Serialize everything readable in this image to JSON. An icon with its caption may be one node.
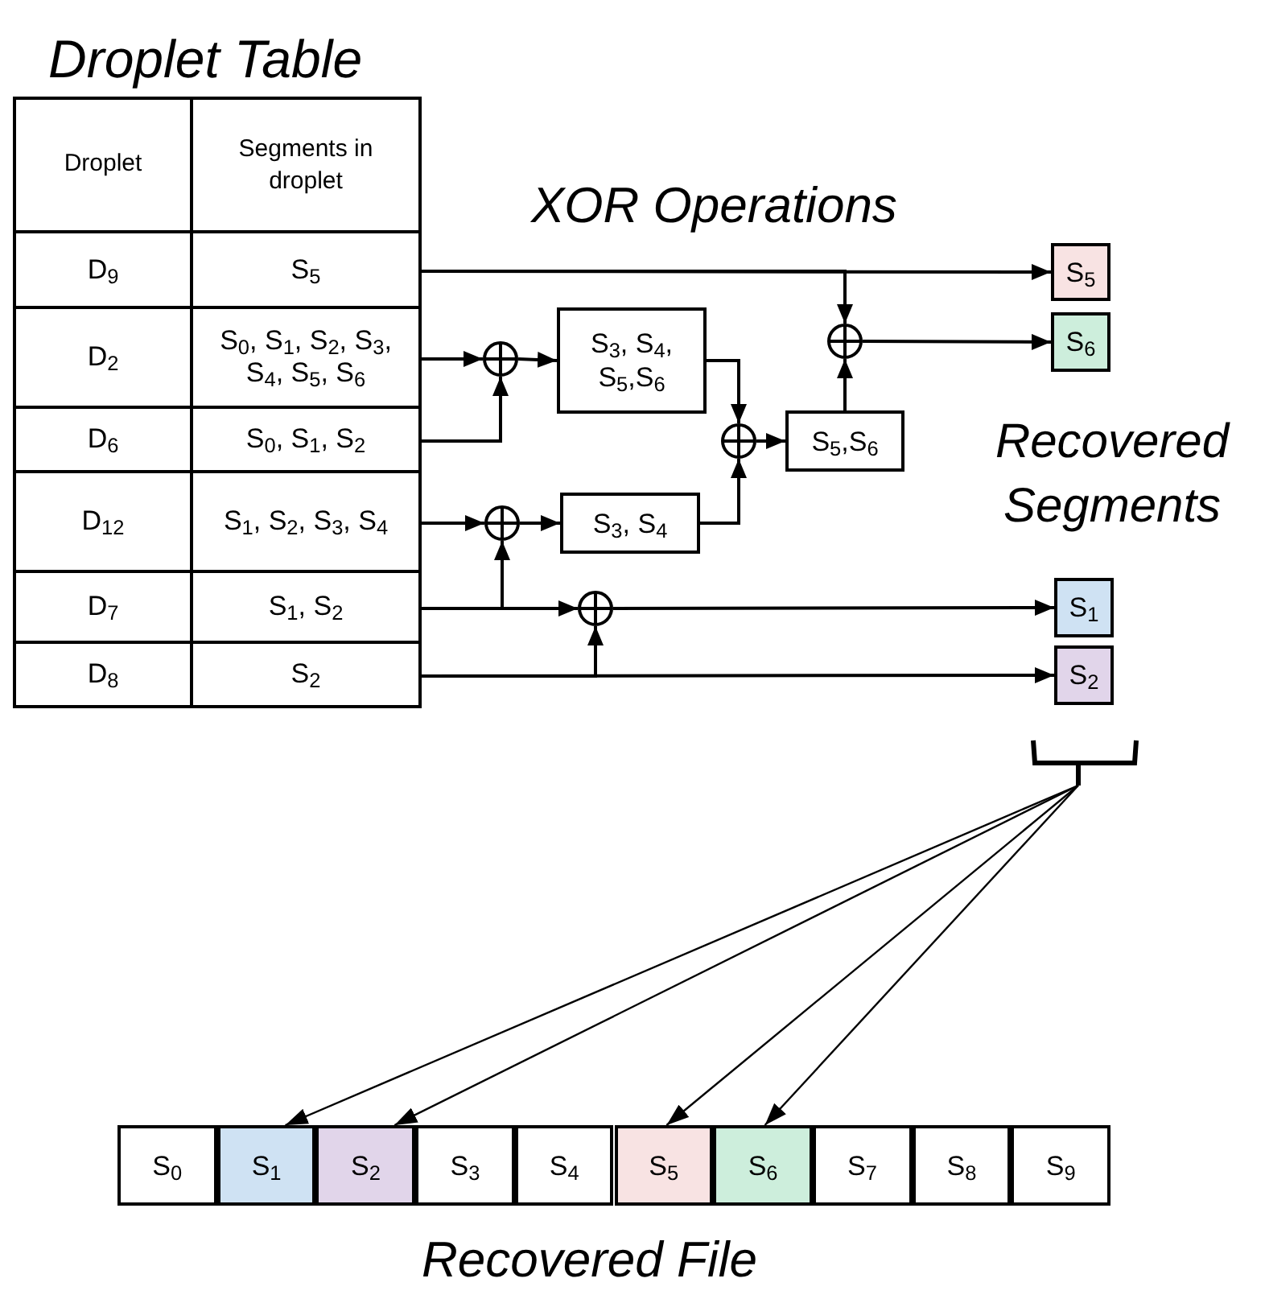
{
  "diagram": {
    "nodes": [
      {
        "text": [
          "Droplet",
          "Segments in droplet"
        ]
      },
      {
        "text": [
          "D$_{9}$",
          "S$_{5}$"
        ]
      },
      {
        "text": [
          "D$_{2}$",
          "S$_{0}$, S$_{1}$, S$_{2}$, S$_{3}$, S$_{4}$, S$_{5}$, S$_{6}$"
        ]
      },
      {
        "text": [
          "D$_{6}$",
          "S$_{0}$, S$_{1}$, S$_{2}$"
        ]
      },
      {
        "text": [
          "D$_{12}$",
          "S$_{1}$, S$_{2}$, S$_{3}$, S$_{4}$"
        ]
      },
      {
        "text": [
          "D$_{7}$",
          "S$_{1}$, S$_{2}$"
        ]
      },
      {
        "text": [
          "D$_{8}$",
          "S$_{2}$"
        ]
      },
      {
        "text": [],
        "shape": "circle"
      },
      {
        "text": [
          "S$_{3}$, S$_{4}$, S$_{5}$,S$_{6}$"
        ]
      },
      {
        "text": [],
        "shape": "circle"
      },
      {
        "text": [
          "S$_{3}$, S$_{4}$"
        ]
      },
      {
        "text": [],
        "shape": "circle"
      },
      {
        "text": [
          "S$_{5}$,S$_{6}$"
        ]
      },
      {
        "text": [],
        "shape": "circle"
      },
      {
        "text": [],
        "shape": "circle"
      },
      {
        "text": [
          "S$_{5}$"
        ]
      },
      {
        "text": [
          "S$_{6}$"
        ]
      },
      {
        "text": [
          "S$_{1}$"
        ]
      },
      {
        "text": [
          "S$_{2}$"
        ]
      },
      {
        "text": [],
        "shape": "bracket"
      },
      {
        "text": [
          "S$_{0}$"
        ]
      },
      {
        "text": [
          "S$_{1}$"
        ]
      },
      {
        "text": [
          "S$_{2}$"
        ]
      },
      {
        "text": [
          "S$_{3}$"
        ]
      },
      {
        "text": [
          "S$_{4}$"
        ]
      },
      {
        "text": [
          "S$_{5}$"
        ]
      },
      {
        "text": [
          "S$_{6}$"
        ]
      },
      {
        "text": [
          "S$_{7}$"
        ]
      },
      {
        "text": [
          "S$_{8}$"
        ]
      },
      {
        "text": [
          "S$_{9}$"
        ]
      }
    ],
    "edges": [
      {
        "from": 1,
        "to": 15,
        "arrow": "to"
      },
      {
        "from": 1,
        "to": 13,
        "arrow": "to"
      },
      {
        "from": 2,
        "to": 7,
        "arrow": "to"
      },
      {
        "from": 3,
        "to": 7,
        "arrow": "to"
      },
      {
        "from": 7,
        "to": 8,
        "arrow": "to"
      },
      {
        "from": 8,
        "to": 11,
        "arrow": "to"
      },
      {
        "from": 4,
        "to": 9,
        "arrow": "to"
      },
      {
        "from": 9,
        "to": 10,
        "arrow": "to"
      },
      {
        "from": 10,
        "to": 11,
        "arrow": "to"
      },
      {
        "from": 11,
        "to": 12,
        "arrow": "to"
      },
      {
        "from": 12,
        "to": 13,
        "arrow": "to"
      },
      {
        "from": 13,
        "to": 16,
        "arrow": "to"
      },
      {
        "from": 5,
        "to": 9,
        "arrow": "to"
      },
      {
        "from": 5,
        "to": 14,
        "arrow": "to"
      },
      {
        "from": 14,
        "to": 17,
        "arrow": "to"
      },
      {
        "from": 6,
        "to": 18,
        "arrow": "to"
      },
      {
        "from": 6,
        "to": 14,
        "arrow": "to"
      },
      {
        "from": 19,
        "to": 21,
        "arrow": "to"
      },
      {
        "from": 19,
        "to": 22,
        "arrow": "to"
      },
      {
        "from": 19,
        "to": 25,
        "arrow": "to"
      },
      {
        "from": 19,
        "to": 26,
        "arrow": "to"
      }
    ],
    "labels": [
      "Droplet Table",
      "XOR Operations",
      "Recovered Segments",
      "Recovered File"
    ]
  }
}
